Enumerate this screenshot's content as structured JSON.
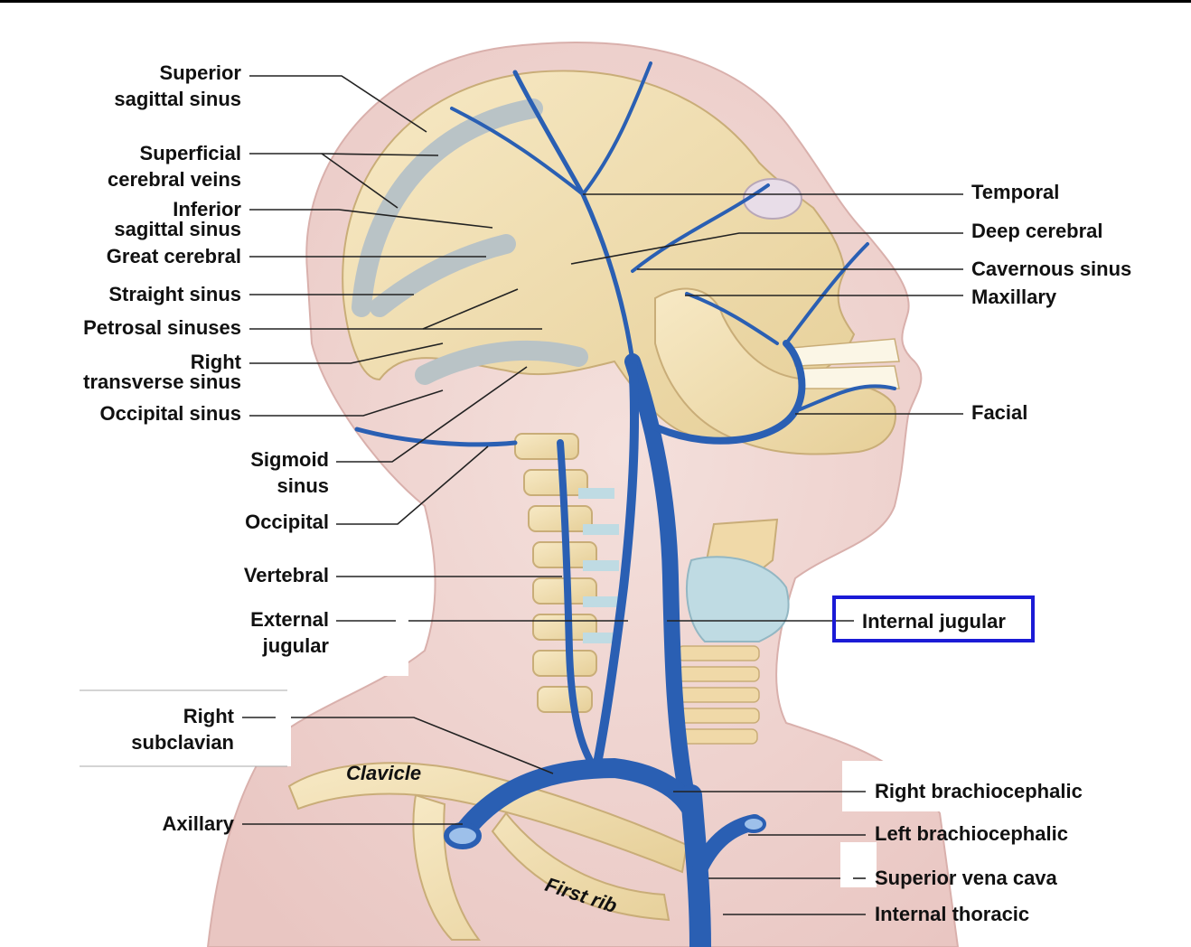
{
  "labels_left": {
    "superior_sagittal_sinus": [
      "Superior",
      "sagittal sinus"
    ],
    "superficial_cerebral_veins": [
      "Superficial",
      "cerebral veins"
    ],
    "inferior_sagittal_sinus": [
      "Inferior",
      "sagittal sinus"
    ],
    "great_cerebral": "Great cerebral",
    "straight_sinus": "Straight sinus",
    "petrosal_sinuses": "Petrosal sinuses",
    "right_transverse_sinus": [
      "Right",
      "transverse sinus"
    ],
    "occipital_sinus": "Occipital sinus",
    "sigmoid_sinus": [
      "Sigmoid",
      "sinus"
    ],
    "occipital": "Occipital",
    "vertebral": "Vertebral",
    "external_jugular": [
      "External",
      "jugular"
    ],
    "right_subclavian": [
      "Right",
      "subclavian"
    ],
    "axillary": "Axillary"
  },
  "labels_right": {
    "temporal": "Temporal",
    "deep_cerebral": "Deep cerebral",
    "cavernous_sinus": "Cavernous sinus",
    "maxillary": "Maxillary",
    "facial": "Facial",
    "internal_jugular": "Internal jugular",
    "right_brachiocephalic": "Right brachiocephalic",
    "left_brachiocephalic": "Left brachiocephalic",
    "superior_vena_cava": "Superior vena cava",
    "internal_thoracic": "Internal thoracic"
  },
  "bone_labels": {
    "clavicle": "Clavicle",
    "first_rib": "First rib"
  },
  "colors": {
    "vein": "#2a5fb3",
    "highlight_box": "#1b1bd6",
    "bone": "#efdcae",
    "skin": "#f1d8d4"
  }
}
